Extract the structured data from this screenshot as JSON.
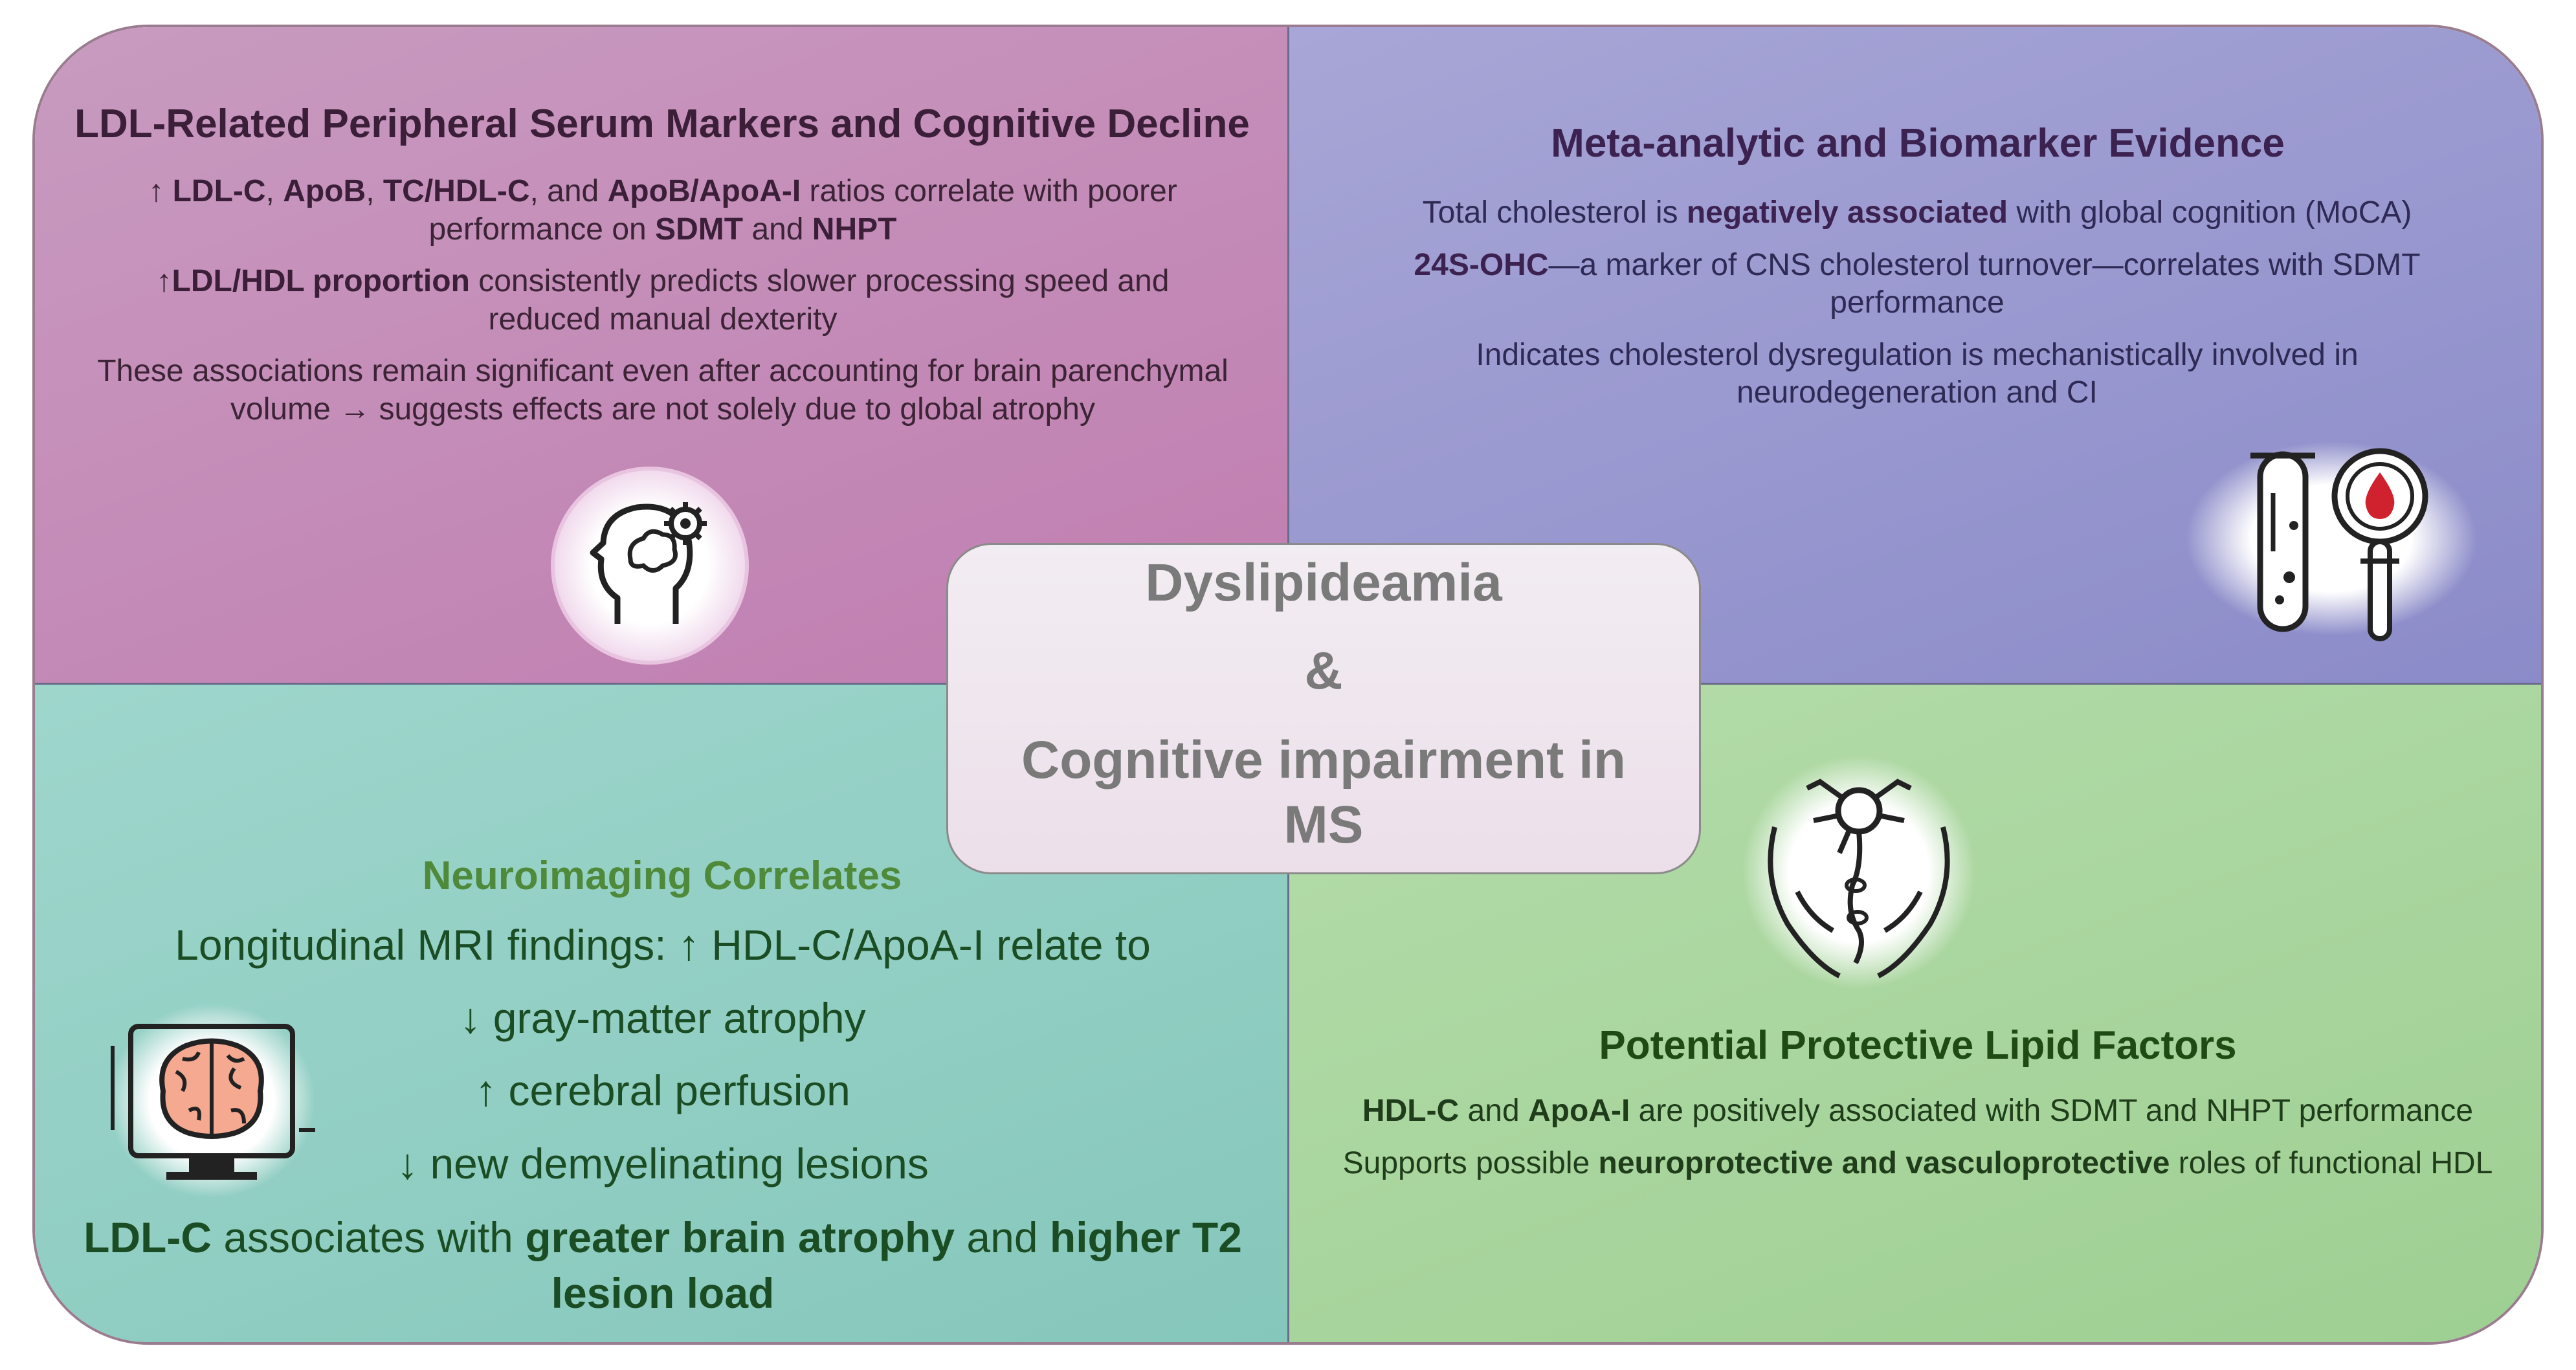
{
  "center": {
    "line1": "Dyslipideamia",
    "line2": "&",
    "line3a": "Cognitive impairment in",
    "line3b": "MS"
  },
  "top_left": {
    "title": "LDL-Related Peripheral Serum Markers and Cognitive Decline",
    "p1": {
      "pre": "↑ ",
      "b1": "LDL-C",
      "s1": ", ",
      "b2": "ApoB",
      "s2": ", ",
      "b3": "TC/HDL-C",
      "s3": ", and ",
      "b4": "ApoB/ApoA-I",
      "s4": " ratios correlate with poorer performance on ",
      "b5": "SDMT",
      "s5": " and ",
      "b6": "NHPT"
    },
    "p2": {
      "pre": "↑",
      "b1": "LDL/HDL proportion",
      "s1": " consistently predicts slower processing speed and reduced manual dexterity"
    },
    "p3": "These associations remain significant even after accounting for brain parenchymal volume → suggests effects are not solely due to global atrophy",
    "icon": "head-gear-icon"
  },
  "top_right": {
    "title": "Meta-analytic and Biomarker Evidence",
    "p1": {
      "s1": "Total cholesterol is ",
      "b1": "negatively associated",
      "s2": " with global cognition (MoCA)"
    },
    "p2": {
      "b1": "24S-OHC",
      "s1": "—a marker of CNS cholesterol turnover—correlates with SDMT performance"
    },
    "p3": "Indicates cholesterol dysregulation is mechanistically involved in neurodegeneration and CI",
    "icon": "test-tube-blood-icon"
  },
  "bottom_left": {
    "title": "Neuroimaging Correlates",
    "l1": "Longitudinal MRI findings: ↑ HDL-C/ApoA-I relate to",
    "l2": "↓ gray-matter atrophy",
    "l3": "↑ cerebral perfusion",
    "l4": "↓ new demyelinating lesions",
    "l5": {
      "b1": "LDL-C",
      "s1": " associates with ",
      "b2": "greater brain atrophy",
      "s2": " and ",
      "b3": "higher T2 lesion load"
    },
    "icon": "brain-scan-icon"
  },
  "bottom_right": {
    "title": "Potential Protective Lipid Factors",
    "p1": {
      "b1": "HDL-C",
      "s1": " and ",
      "b2": "ApoA-I",
      "s2": " are positively associated with SDMT and NHPT performance"
    },
    "p2": {
      "s1": "Supports possible ",
      "b1": "neuroprotective and vasculoprotective",
      "s2": " roles of functional HDL"
    },
    "icon": "hands-neuron-icon"
  }
}
